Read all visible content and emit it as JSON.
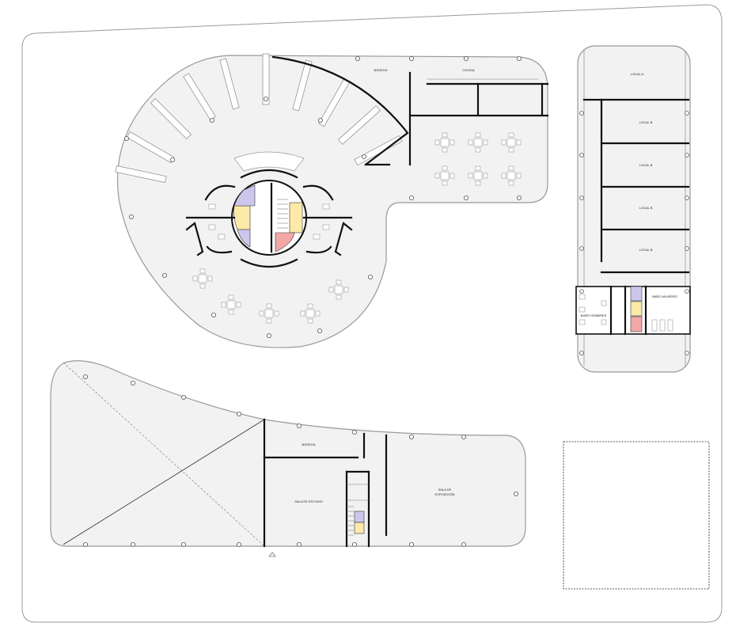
{
  "plan": {
    "north_building": {
      "bodega": "BODEGA",
      "cocina": "COCINA"
    },
    "east_building": {
      "local_a": "LOCAL A",
      "local_b": [
        "LOCAL B",
        "LOCAL B",
        "LOCAL B",
        "LOCAL B"
      ],
      "bano_mujeres": "BAÑO MUJERES",
      "bano_hombres": "BAÑO HOMBRES"
    },
    "south_building": {
      "bodega": "BODEGA",
      "sala_estudio": "SALA DE ESTUDIO",
      "sala_exposicion": [
        "SALA DE",
        "EXPOSICIÓN"
      ]
    }
  },
  "colors": {
    "floor": "#f2f2f2",
    "wall": "#111111",
    "yellow": "#fde9a8",
    "purple": "#cdc6ec",
    "red": "#f4a7a7"
  }
}
